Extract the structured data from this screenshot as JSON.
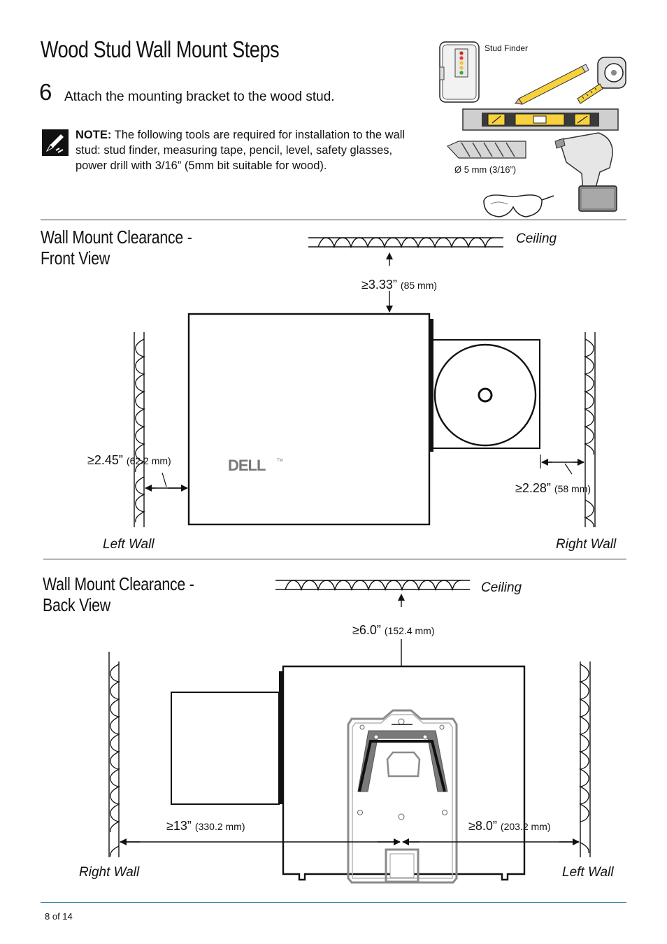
{
  "page": {
    "title": "Wood Stud Wall Mount Steps",
    "step_number": "6",
    "step_text": "Attach the mounting bracket to the wood stud.",
    "note_label": "NOTE:",
    "note_text": " The following tools are required for installation to the wall stud: stud finder, measuring tape, pencil, level, safety glasses, power drill with 3/16” (5mm bit suitable for wood).",
    "footer": "8 of 14"
  },
  "tools": {
    "stud_finder_label": "Stud Finder",
    "drill_bit_label": "Ø 5 mm (3/16”)"
  },
  "front_view": {
    "title_line1": "Wall Mount Clearance -",
    "title_line2": "Front View",
    "ceiling": "Ceiling",
    "top_value": "≥3.33”",
    "top_mm": "(85 mm)",
    "left_value": "≥2.45”",
    "left_mm": "(62.2 mm)",
    "right_value": "≥2.28”",
    "right_mm": "(58 mm)",
    "left_wall": "Left Wall",
    "right_wall": "Right Wall",
    "logo": "DELL"
  },
  "back_view": {
    "title_line1": "Wall Mount Clearance -",
    "title_line2": "Back View",
    "ceiling": "Ceiling",
    "top_value": "≥6.0”",
    "top_mm": "(152.4 mm)",
    "left_value": "≥13”",
    "left_mm": "(330.2 mm)",
    "right_value": "≥8.0”",
    "right_mm": "(203.2 mm)",
    "right_wall": "Right Wall",
    "left_wall": "Left Wall"
  }
}
